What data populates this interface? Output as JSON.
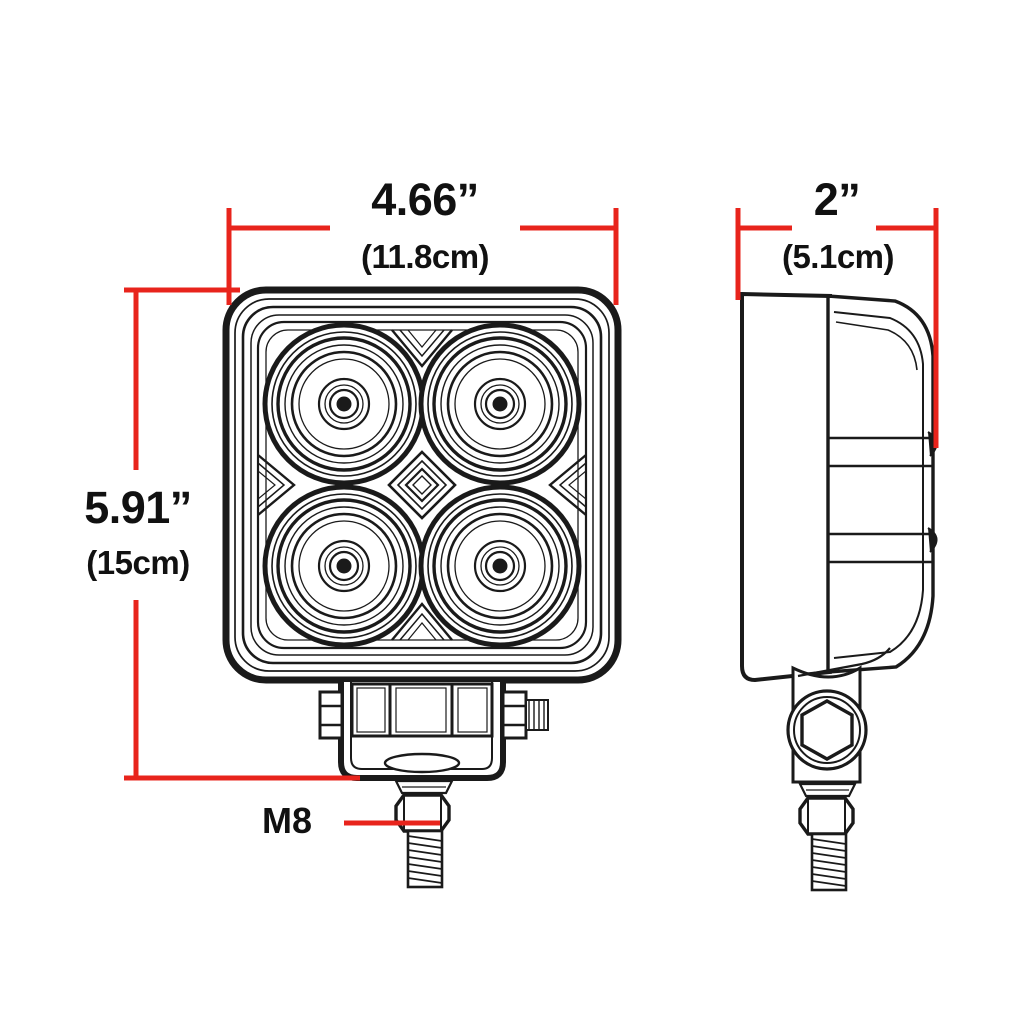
{
  "drawing": {
    "title": "LED Work Light Dimension Drawing",
    "background_color": "#ffffff",
    "line_color": "#1a1a1a",
    "dimension_color": "#e8241c"
  },
  "dimensions": {
    "width": {
      "inches": "4.66”",
      "metric": "(11.8cm)",
      "orientation": "horizontal",
      "view": "front"
    },
    "height": {
      "inches": "5.91”",
      "metric": "(15cm)",
      "orientation": "vertical",
      "view": "front"
    },
    "depth": {
      "inches": "2”",
      "metric": "(5.1cm)",
      "orientation": "horizontal",
      "view": "side"
    }
  },
  "callouts": {
    "mount_thread": {
      "label": "M8",
      "target": "threaded-mounting-stud"
    }
  },
  "views": {
    "front": {
      "name": "front-view",
      "led_count": 4,
      "led_layout": "2x2"
    },
    "side": {
      "name": "side-view",
      "feature": "heat-sink-fins-and-pivot-bracket"
    }
  }
}
